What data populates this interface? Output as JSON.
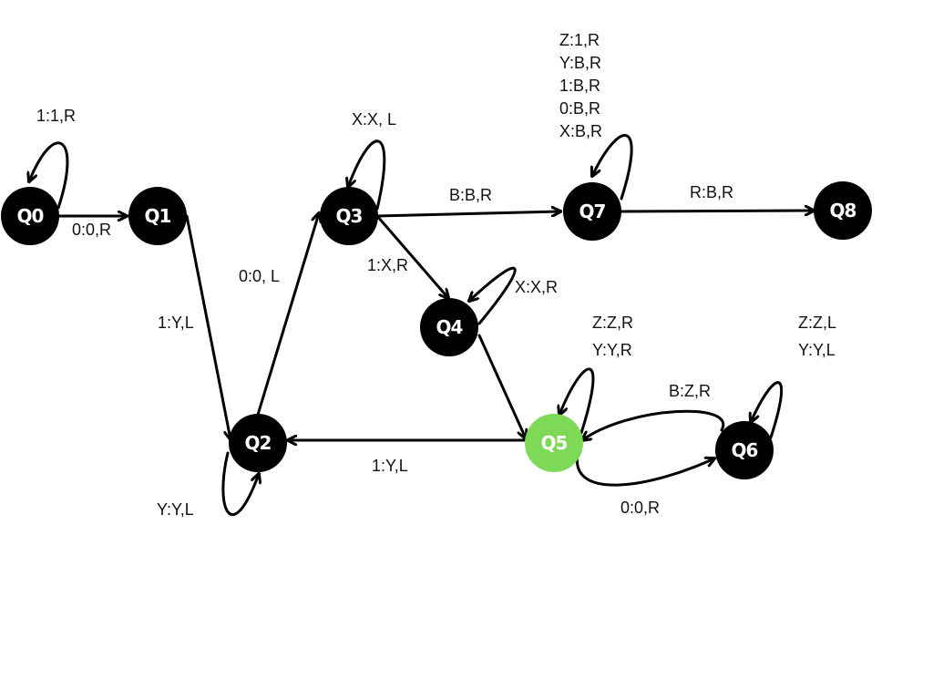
{
  "colors": {
    "state": "#000000",
    "accept_state": "#7ED957",
    "text_on_state": "#ffffff",
    "edge": "#000000"
  },
  "states": [
    {
      "id": "q0",
      "label": "Q0"
    },
    {
      "id": "q1",
      "label": "Q1"
    },
    {
      "id": "q2",
      "label": "Q2"
    },
    {
      "id": "q3",
      "label": "Q3"
    },
    {
      "id": "q4",
      "label": "Q4"
    },
    {
      "id": "q5",
      "label": "Q5",
      "highlighted": true
    },
    {
      "id": "q6",
      "label": "Q6"
    },
    {
      "id": "q7",
      "label": "Q7"
    },
    {
      "id": "q8",
      "label": "Q8"
    }
  ],
  "transitions": [
    {
      "id": "q0-q0",
      "from": "q0",
      "to": "q0",
      "labels": [
        "1:1,R"
      ]
    },
    {
      "id": "q0-q1",
      "from": "q0",
      "to": "q1",
      "labels": [
        "0:0,R"
      ]
    },
    {
      "id": "q1-q2",
      "from": "q1",
      "to": "q2",
      "labels": [
        "1:Y,L"
      ]
    },
    {
      "id": "q2-q2",
      "from": "q2",
      "to": "q2",
      "labels": [
        "Y:Y,L"
      ]
    },
    {
      "id": "q2-q3",
      "from": "q2",
      "to": "q3",
      "labels": [
        "0:0, L"
      ]
    },
    {
      "id": "q3-q3",
      "from": "q3",
      "to": "q3",
      "labels": [
        "X:X, L"
      ]
    },
    {
      "id": "q3-q7",
      "from": "q3",
      "to": "q7",
      "labels": [
        "B:B,R"
      ]
    },
    {
      "id": "q3-q4",
      "from": "q3",
      "to": "q4",
      "labels": [
        "1:X,R"
      ]
    },
    {
      "id": "q4-q4",
      "from": "q4",
      "to": "q4",
      "labels": [
        "X:X,R"
      ]
    },
    {
      "id": "q4-q5",
      "from": "q4",
      "to": "q5",
      "labels": []
    },
    {
      "id": "q5-q2",
      "from": "q5",
      "to": "q2",
      "labels": [
        "1:Y,L"
      ]
    },
    {
      "id": "q5-q5",
      "from": "q5",
      "to": "q5",
      "labels": [
        "Z:Z,R",
        "Y:Y,R"
      ]
    },
    {
      "id": "q5-q6",
      "from": "q5",
      "to": "q6",
      "labels": [
        "0:0,R"
      ]
    },
    {
      "id": "q6-q5",
      "from": "q6",
      "to": "q5",
      "labels": [
        "B:Z,R"
      ]
    },
    {
      "id": "q6-q6",
      "from": "q6",
      "to": "q6",
      "labels": [
        "Z:Z,L",
        "Y:Y,L"
      ]
    },
    {
      "id": "q7-q7",
      "from": "q7",
      "to": "q7",
      "labels": [
        "Z:1,R",
        "Y:B,R",
        "1:B,R",
        "0:B,R",
        "X:B,R"
      ]
    },
    {
      "id": "q7-q8",
      "from": "q7",
      "to": "q8",
      "labels": [
        "R:B,R"
      ]
    }
  ]
}
